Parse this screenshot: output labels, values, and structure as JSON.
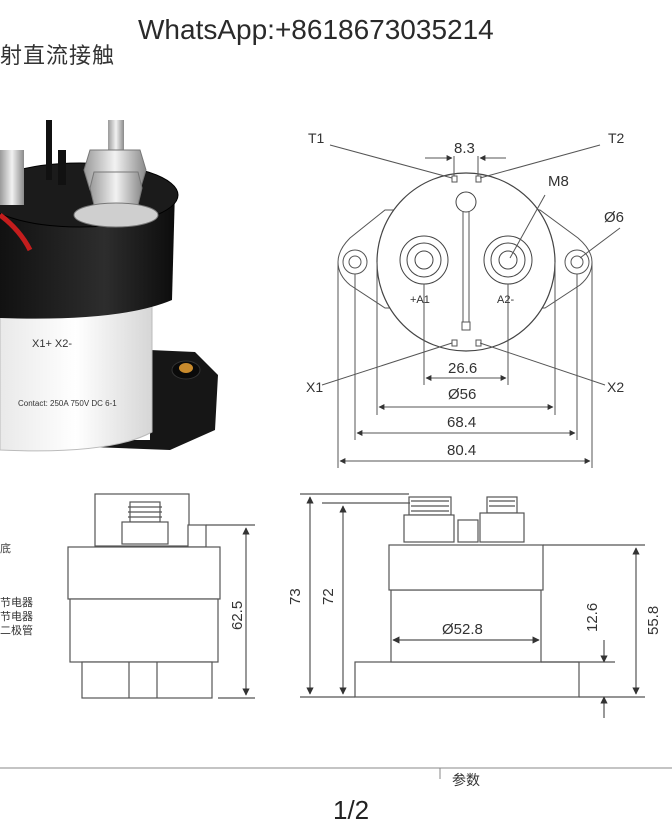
{
  "header": {
    "title_cn": "射直流接触",
    "whatsapp": "WhatsApp:+8618673035214"
  },
  "photo": {
    "terminal_label": "X1+  X2-",
    "contact_text": "Contact: 250A 750V DC 6-1"
  },
  "top_view": {
    "t1": "T1",
    "t2": "T2",
    "x1": "X1",
    "x2": "X2",
    "dim_8_3": "8.3",
    "thread": "M8",
    "hole": "Ø6",
    "a1": "+A1",
    "a2": "A2-",
    "dim_26_6": "26.6",
    "dim_56": "Ø56",
    "dim_68_4": "68.4",
    "dim_80_4": "80.4"
  },
  "side_view_left": {
    "height": "62.5"
  },
  "side_view_right": {
    "overall": "73",
    "body": "72",
    "diameter": "Ø52.8",
    "base": "12.6",
    "terminal_height": "55.8"
  },
  "notes": {
    "line1": "节电器",
    "line2": "节电器",
    "line3": "二极管"
  },
  "left_edge_char": "底",
  "table_fragment": "参数",
  "page": "1/2"
}
